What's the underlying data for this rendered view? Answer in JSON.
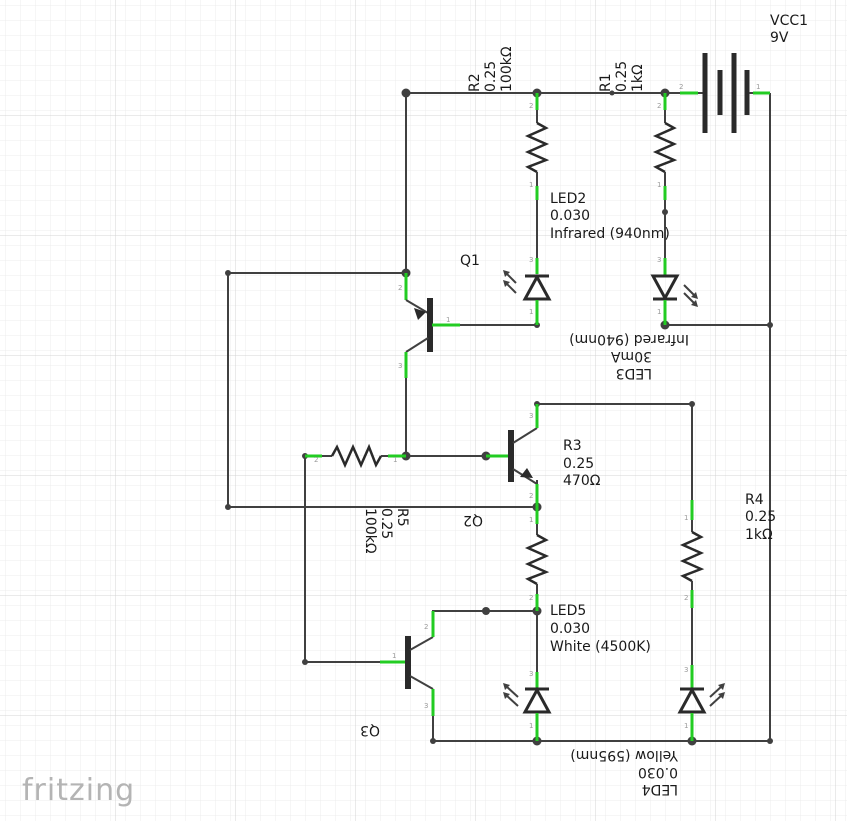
{
  "components": {
    "vcc1": {
      "name": "VCC1",
      "value": "9V"
    },
    "r1": {
      "name": "R1",
      "power": "0.25",
      "resistance": "1kΩ"
    },
    "r2": {
      "name": "R2",
      "power": "0.25",
      "resistance": "100kΩ"
    },
    "r3": {
      "name": "R3",
      "power": "0.25",
      "resistance": "470Ω"
    },
    "r4": {
      "name": "R4",
      "power": "0.25",
      "resistance": "1kΩ"
    },
    "r5": {
      "name": "R5",
      "power": "0.25",
      "resistance": "100kΩ"
    },
    "led2": {
      "name": "LED2",
      "current": "0.030",
      "color": "Infrared (940nm)"
    },
    "led3": {
      "name": "LED3",
      "current": "30mA",
      "color": "Infrared (940nm)"
    },
    "led4": {
      "name": "LED4",
      "current": "0.030",
      "color": "Yellow (595nm)"
    },
    "led5": {
      "name": "LED5",
      "current": "0.030",
      "color": "White (4500K)"
    },
    "q1": {
      "name": "Q1"
    },
    "q2": {
      "name": "Q2"
    },
    "q3": {
      "name": "Q3"
    }
  },
  "pin_numbers": {
    "one": "1",
    "two": "2",
    "three": "3"
  },
  "branding": {
    "logo": "fritzing"
  },
  "colors": {
    "wire": "#404040",
    "pin_highlight": "#22cc22",
    "grid_minor": "#ececec",
    "grid_major": "#d4d4d4"
  }
}
